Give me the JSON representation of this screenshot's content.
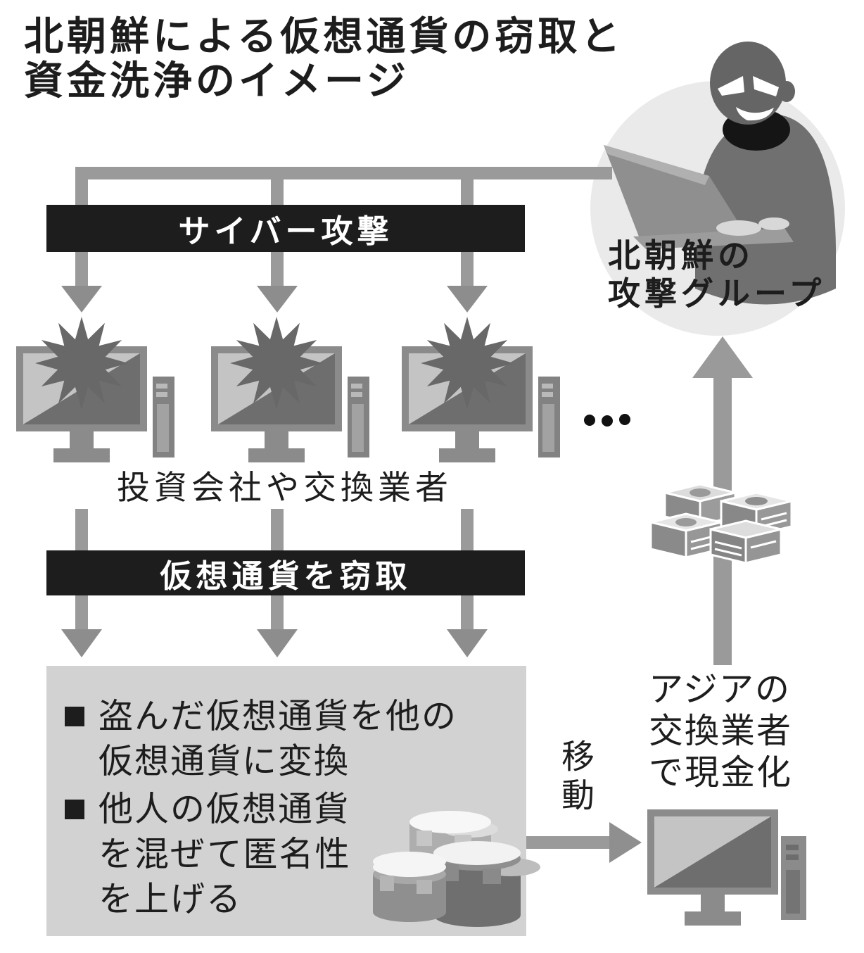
{
  "title": {
    "lines": [
      "北朝鮮による仮想通貨の窃取と",
      "資金洗浄のイメージ"
    ]
  },
  "attacker_group": {
    "label_lines": [
      "北朝鮮の",
      "攻撃グループ"
    ]
  },
  "flow": {
    "cyber_attack_banner": "サイバー攻撃",
    "victims_label": "投資会社や交換業者",
    "steal_banner": "仮想通貨を窃取"
  },
  "laundering_box": {
    "bullets": [
      {
        "lines": [
          "盗んだ仮想通貨を他の",
          "仮想通貨に変換"
        ]
      },
      {
        "lines": [
          "他人の仮想通貨",
          "を混ぜて匿名性",
          "を上げる"
        ]
      }
    ]
  },
  "transfer": {
    "move_label": "移動"
  },
  "cashout": {
    "lines": [
      "アジアの",
      "交換業者",
      "で現金化"
    ]
  },
  "icons": [
    "hacker-icon",
    "laptop-icon",
    "explosion-icon",
    "computer-icon",
    "money-bundles-icon",
    "coin-stacks-icon",
    "up-arrow-icon",
    "down-arrow-icon",
    "right-arrow-icon",
    "ellipsis-dots"
  ],
  "colors": {
    "banner_bg": "#1d1d1d",
    "banner_text": "#ffffff",
    "arrow_gray": "#9a9a9a",
    "explosion_gray": "#686868",
    "box_bg": "#d2d2d2",
    "circle_bg": "#eaeaea",
    "screen_light": "#c4c4c4",
    "screen_dark": "#6e6e6e",
    "text": "#1d1d1d"
  }
}
